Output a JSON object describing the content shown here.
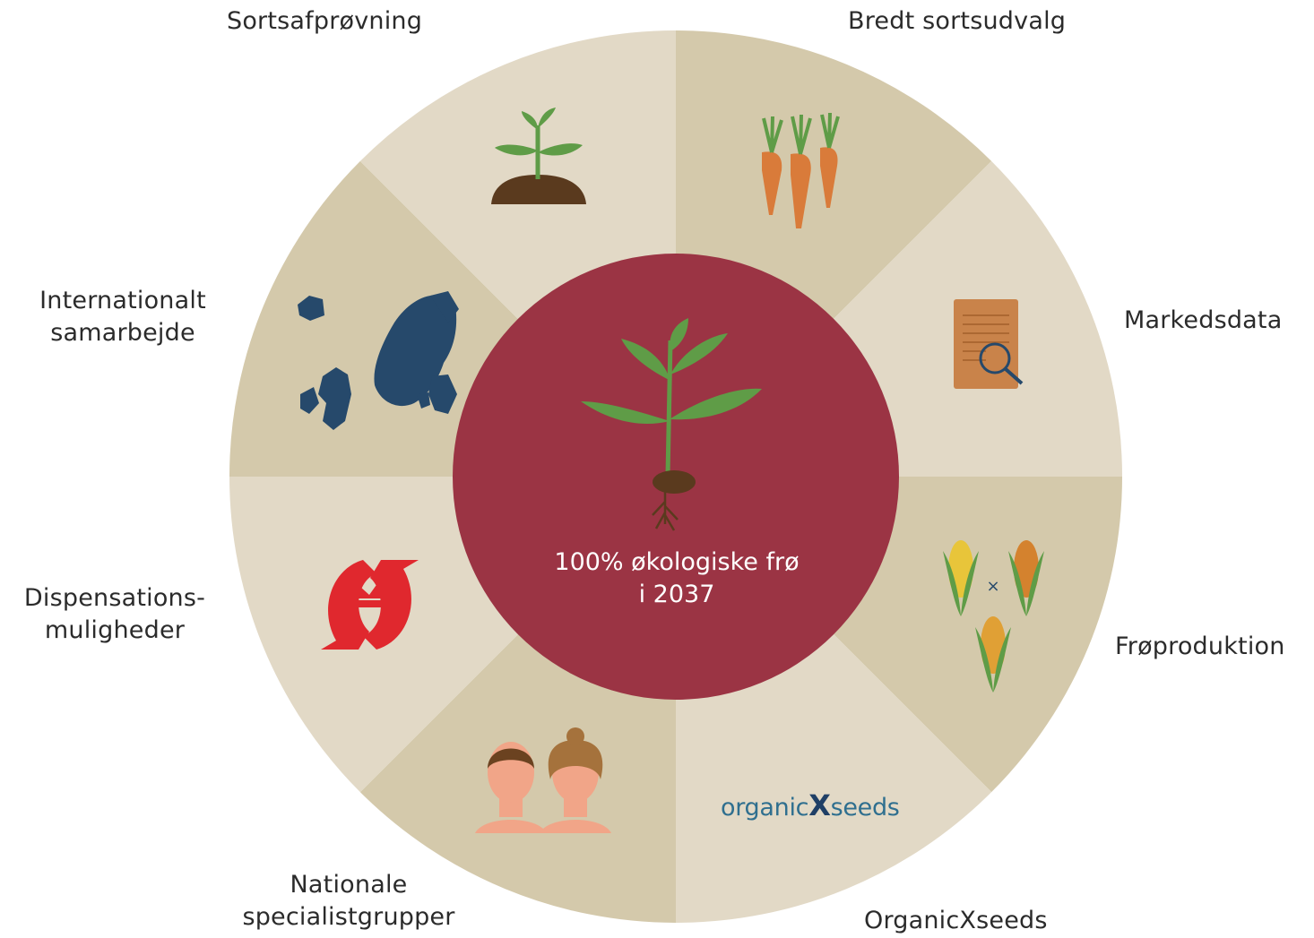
{
  "center": {
    "line1": "100% økologiske frø",
    "line2": "i 2037"
  },
  "segments": [
    {
      "id": "sortsafproevning",
      "label_lines": [
        "Sortsafprøvning"
      ],
      "icon": "seedling-icon",
      "fill": "#e2d9c6"
    },
    {
      "id": "bredt-sortsudvalg",
      "label_lines": [
        "Bredt sortsudvalg"
      ],
      "icon": "carrots-icon",
      "fill": "#d4c9ab"
    },
    {
      "id": "markedsdata",
      "label_lines": [
        "Markedsdata"
      ],
      "icon": "document-search-icon",
      "fill": "#e2d9c6"
    },
    {
      "id": "froeproduktion",
      "label_lines": [
        "Frøproduktion"
      ],
      "icon": "corn-cross-icon",
      "fill": "#d4c9ab"
    },
    {
      "id": "organicxseeds",
      "label_lines": [
        "OrganicXseeds"
      ],
      "icon": "organicxseeds-logo",
      "fill": "#e2d9c6"
    },
    {
      "id": "nationale-specialistgrupper",
      "label_lines": [
        "Nationale",
        "specialistgrupper"
      ],
      "icon": "people-icon",
      "fill": "#d4c9ab"
    },
    {
      "id": "dispensationsmuligheder",
      "label_lines": [
        "Dispensations-",
        "muligheder"
      ],
      "icon": "organic-label-icon",
      "fill": "#e2d9c6"
    },
    {
      "id": "internationalt-samarbejde",
      "label_lines": [
        "Internationalt",
        "samarbejde"
      ],
      "icon": "europe-map-icon",
      "fill": "#d4c9ab"
    }
  ],
  "logo": {
    "prefix": "organic",
    "x": "X",
    "suffix": "seeds"
  },
  "colors": {
    "center": "#9b3444",
    "segment_light": "#e2d9c6",
    "segment_dark": "#d4c9ab",
    "plant_leaf": "#5f9c47",
    "soil": "#5a3a1e",
    "carrot": "#d97b3a",
    "document": "#c9834a",
    "map": "#26496b",
    "organic_label": "#e0282e",
    "logo_blue": "#2f6f8f"
  }
}
